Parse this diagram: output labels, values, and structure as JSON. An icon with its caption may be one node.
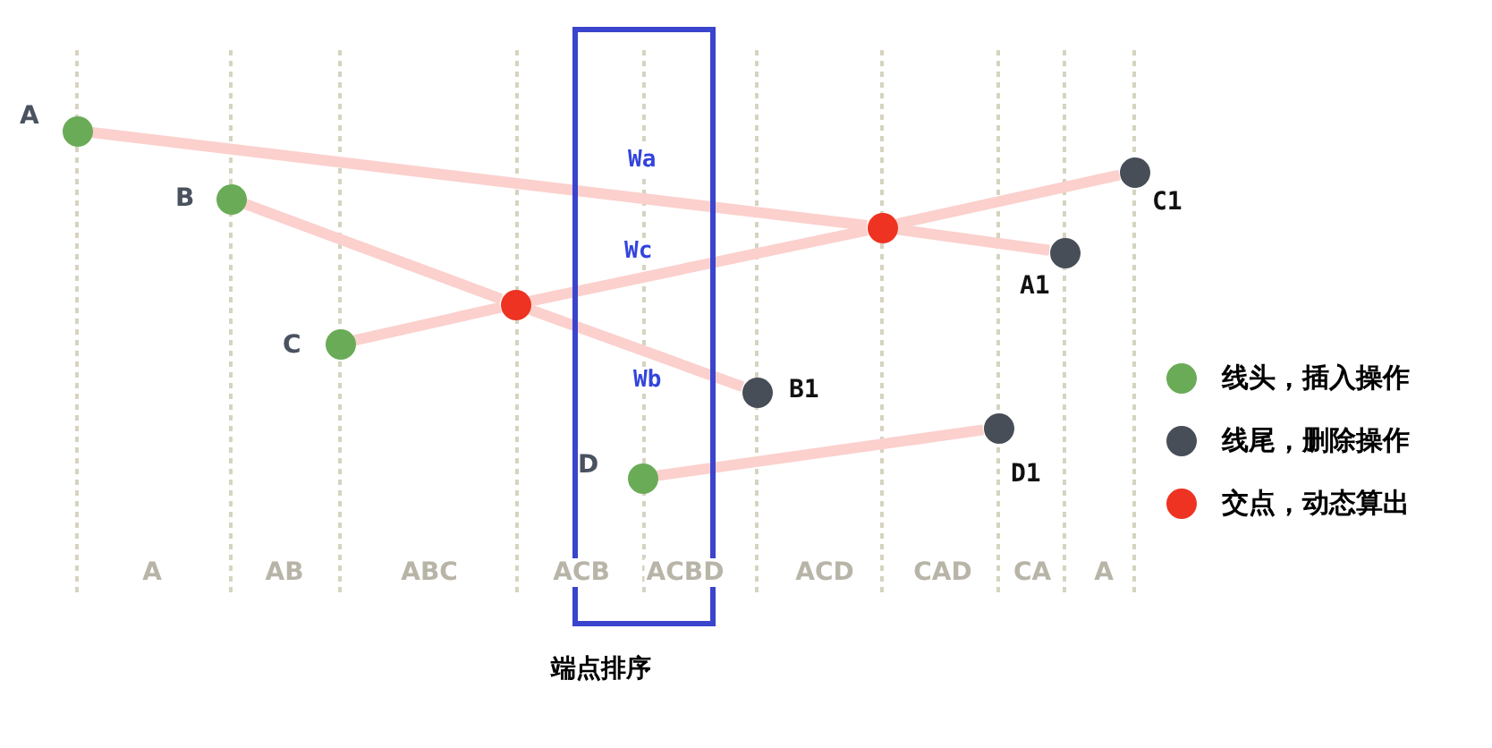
{
  "diagram": {
    "nodes": [
      {
        "text": [
          "端点排序"
        ]
      },
      {
        "text": [
          "A"
        ]
      },
      {
        "text": [
          "B"
        ]
      },
      {
        "text": [
          "C"
        ]
      },
      {
        "text": [
          "D"
        ],
        "in": 0
      },
      {
        "text": [],
        "shape": "circle"
      },
      {
        "text": [],
        "shape": "circle"
      },
      {
        "text": [
          "C1"
        ]
      },
      {
        "text": [
          "A1"
        ]
      },
      {
        "text": [
          "B1"
        ]
      },
      {
        "text": [
          "D1"
        ]
      }
    ],
    "edges": [
      {
        "from": 1,
        "to": 6,
        "arrow": "none"
      },
      {
        "from": 6,
        "to": 8,
        "arrow": "none"
      },
      {
        "from": 2,
        "to": 5,
        "arrow": "none"
      },
      {
        "from": 5,
        "to": 9,
        "arrow": "none"
      },
      {
        "from": 3,
        "to": 5,
        "arrow": "none"
      },
      {
        "from": 5,
        "to": 6,
        "arrow": "none"
      },
      {
        "from": 6,
        "to": 7,
        "arrow": "none"
      },
      {
        "from": 4,
        "to": 10,
        "arrow": "none"
      }
    ],
    "labels": [
      "Wa",
      "Wc",
      "Wb",
      "A",
      "AB",
      "ABC",
      "ACB",
      "ACBD",
      "ACD",
      "CAD",
      "CA",
      "A"
    ],
    "legend": [
      {
        "text": "线头，插入操作",
        "color": "#6aab57"
      },
      {
        "text": "线尾，删除操作",
        "color": "#474e57"
      },
      {
        "text": "交点，动态算出",
        "color": "#ee3322"
      }
    ]
  }
}
